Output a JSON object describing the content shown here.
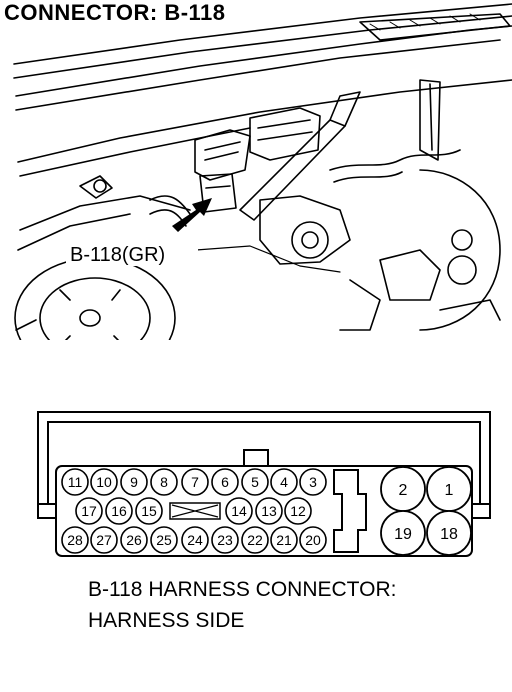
{
  "title": "CONNECTOR: B-118",
  "callout_label": "B-118(GR)",
  "caption": {
    "line1": "B-118 HARNESS CONNECTOR:",
    "line2": "HARNESS SIDE"
  },
  "connector": {
    "row1": [
      "11",
      "10",
      "9",
      "8",
      "7",
      "6",
      "5",
      "4",
      "3"
    ],
    "row2_left": [
      "17",
      "16",
      "15"
    ],
    "row2_right": [
      "14",
      "13",
      "12"
    ],
    "row3": [
      "28",
      "27",
      "26",
      "25",
      "24",
      "23",
      "22",
      "21",
      "20"
    ],
    "large_top": [
      "2",
      "1"
    ],
    "large_bottom": [
      "19",
      "18"
    ]
  }
}
